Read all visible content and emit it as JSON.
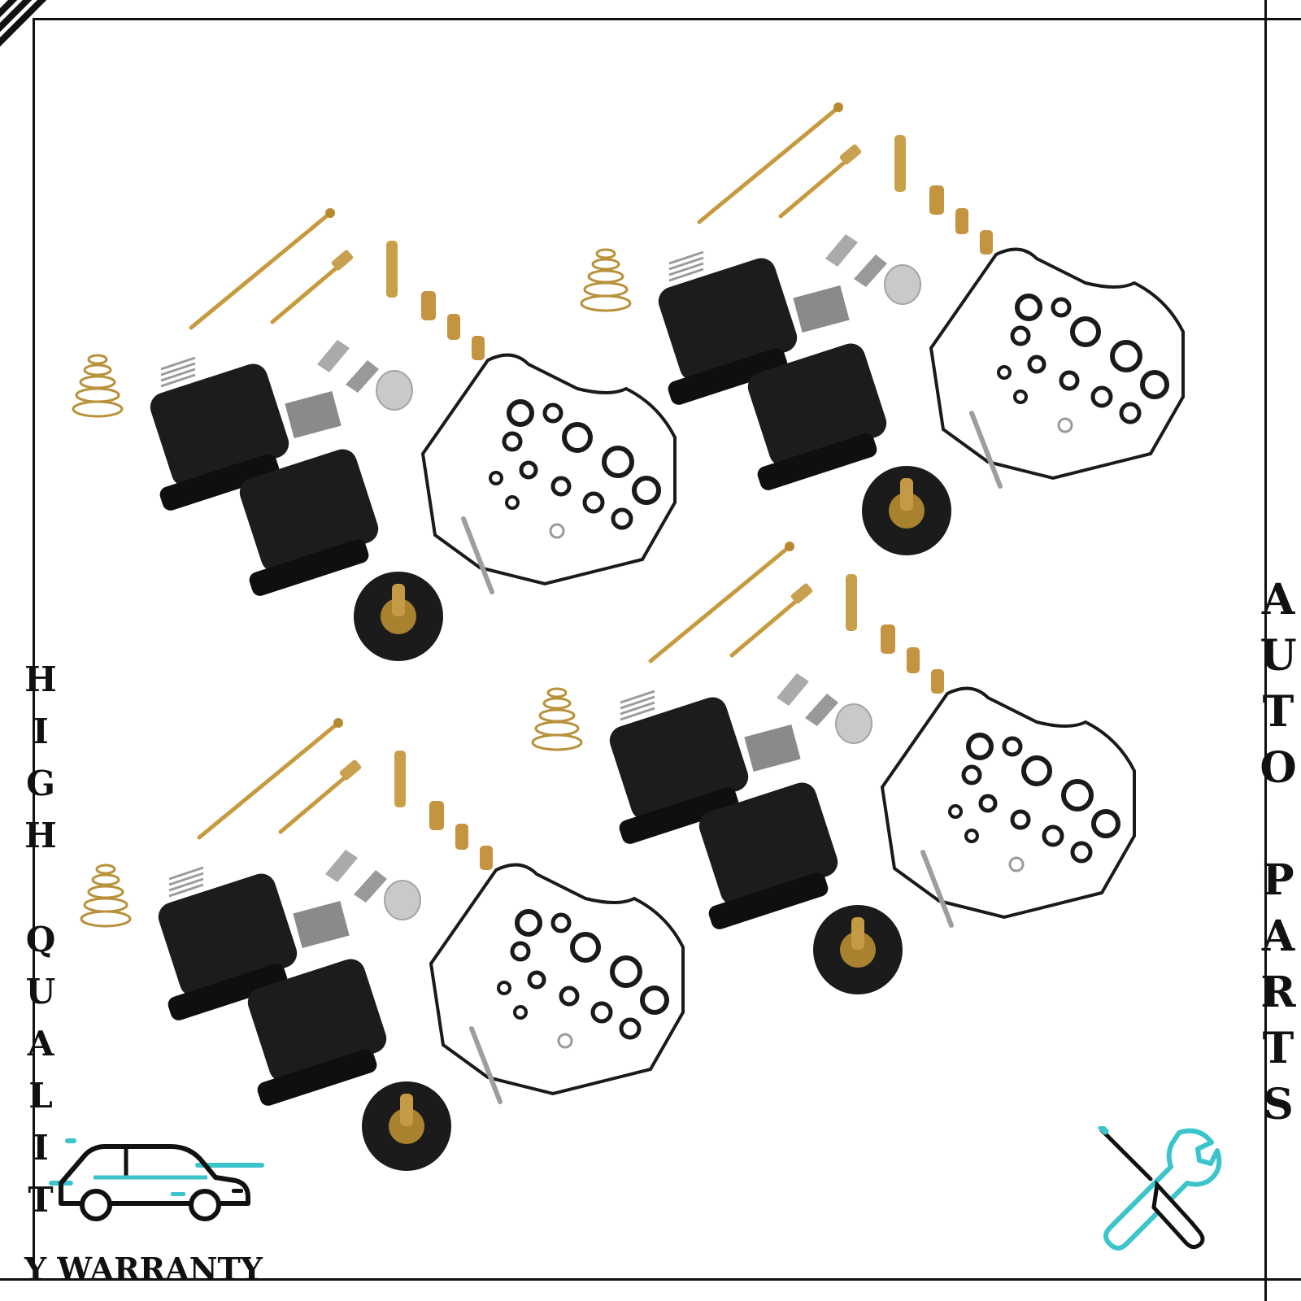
{
  "colors": {
    "frame": "#111111",
    "icon_teal": "#3bc4cc",
    "text": "#111111",
    "background": "#ffffff"
  },
  "left_vertical": {
    "letters": [
      "H",
      "I",
      "G",
      "H",
      "",
      "Q",
      "U",
      "A",
      "L",
      "I",
      "T"
    ]
  },
  "warranty_text": "Y WARRANTY",
  "right_vertical": {
    "letters": [
      "A",
      "U",
      "T",
      "O",
      "",
      "P",
      "A",
      "R",
      "T",
      "S"
    ]
  },
  "icons": {
    "car": "car-icon",
    "tools": "wrench-screwdriver-icon"
  },
  "photo": {
    "subject": "carburetor-repair-kits",
    "kit_count": 4
  }
}
